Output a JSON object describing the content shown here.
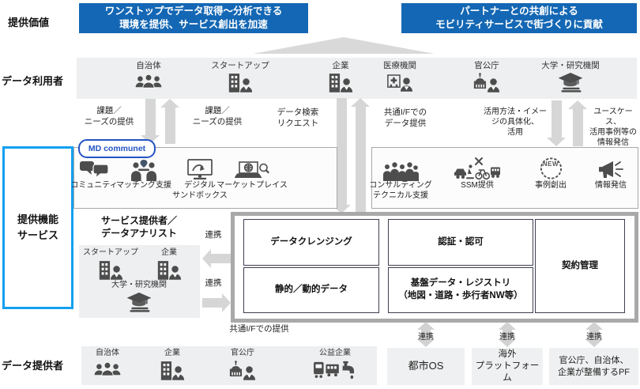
{
  "colors": {
    "banner_blue": "#1467b4",
    "accent_blue": "#12a0f0",
    "badge_blue": "#2353c4",
    "arrow_gray": "#d6d6d6",
    "band_gray": "#edeff0"
  },
  "row_labels": {
    "value": "提供価値",
    "users": "データ利用者",
    "functions": "提供機能\nサービス",
    "providers": "データ提供者"
  },
  "banners": {
    "left": "ワンストップでデータ取得～分析できる\n環境を提供、サービス創出を加速",
    "right": "パートナーとの共創による\nモビリティサービスで街づくりに貢献"
  },
  "data_users": {
    "items": [
      {
        "label": "自治体",
        "icon": "people-group-icon"
      },
      {
        "label": "スタートアップ",
        "icon": "building-person-icon"
      },
      {
        "label": "企業",
        "icon": "building-person-icon"
      },
      {
        "label": "医療機関",
        "icon": "hospital-person-icon"
      },
      {
        "label": "官公庁",
        "icon": "government-person-icon"
      },
      {
        "label": "大学・研究機関",
        "icon": "university-icon"
      }
    ]
  },
  "flow_labels": {
    "issue_down": "課題／\nニーズの提供",
    "issue_up": "課題／\nニーズの提供",
    "search": "データ検索\nリクエスト",
    "provide_if": "共通I/Fでの\nデータ提供",
    "utilize": "活用方法・イメー\nジの具体化、\n活用",
    "usecase": "ユースケース、\n活用事例等の\n情報発信",
    "renkei": "連携",
    "common_if_provide": "共通I/Fでの提供"
  },
  "md_badge": "MD communet",
  "services_left": {
    "items": [
      {
        "label": "コミュニティ",
        "icon": "chat-icon"
      },
      {
        "label": "マッチング支援",
        "icon": "matching-icon"
      },
      {
        "label": "デジタル\nサンドボックス",
        "icon": "sandbox-monitor-icon"
      },
      {
        "label": "マーケットプレイス",
        "icon": "marketplace-icon"
      }
    ]
  },
  "services_right": {
    "items": [
      {
        "label": "コンサルティング\nテクニカル支援",
        "icon": "consulting-icon"
      },
      {
        "label": "SSM提供",
        "icon": "mobility-icon"
      },
      {
        "label": "事例創出",
        "icon": "new-badge-icon",
        "badge_text": "NEW"
      },
      {
        "label": "情報発信",
        "icon": "megaphone-icon"
      }
    ]
  },
  "service_provider": {
    "title": "サービス提供者／\nデータアナリスト",
    "items": [
      {
        "label": "スタートアップ",
        "icon": "building-person-icon"
      },
      {
        "label": "企業",
        "icon": "building-person-icon"
      },
      {
        "label": "大学・研究機関",
        "icon": "university-icon"
      }
    ]
  },
  "platform": {
    "boxes": [
      {
        "label": "データクレンジング"
      },
      {
        "label": "認証・認可"
      },
      {
        "label": "静的／動的データ"
      },
      {
        "label": "基盤データ・レジストリ\n（地図・道路・歩行者NW等）"
      },
      {
        "label": "契約管理"
      }
    ]
  },
  "data_providers": {
    "items": [
      {
        "label": "自治体",
        "icon": "people-group-icon"
      },
      {
        "label": "企業",
        "icon": "building-person-icon"
      },
      {
        "label": "官公庁",
        "icon": "government-person-icon"
      },
      {
        "label": "公益企業",
        "icon": "utility-icon"
      }
    ]
  },
  "external": {
    "boxes": [
      {
        "label": "都市OS"
      },
      {
        "label": "海外\nプラットフォーム"
      },
      {
        "label": "官公庁、自治体、\n企業が整備するPF"
      }
    ]
  }
}
